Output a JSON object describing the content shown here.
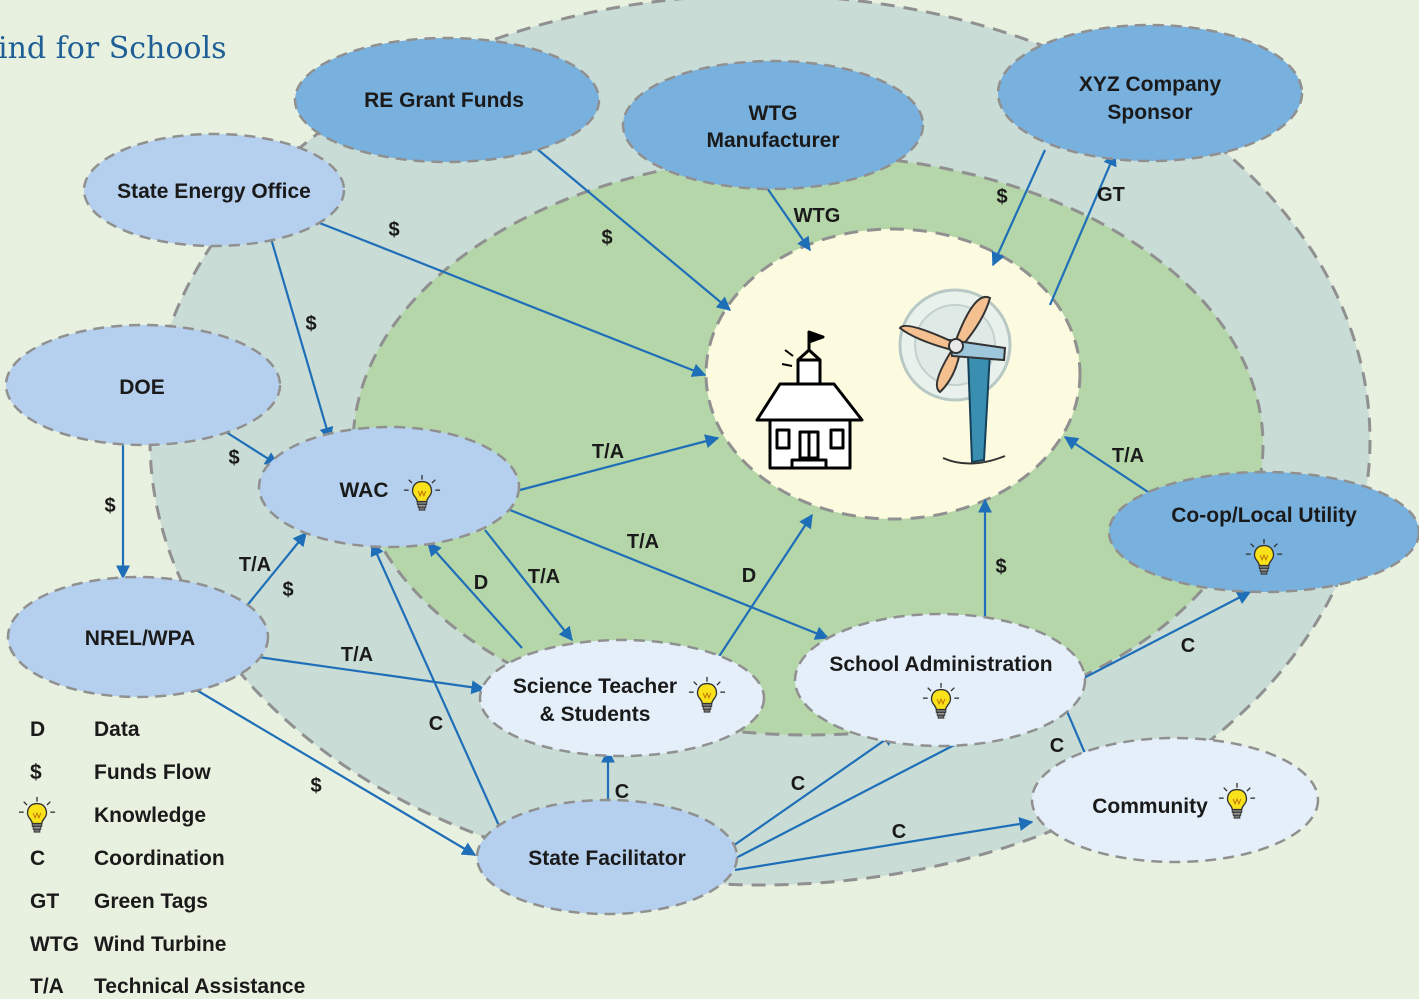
{
  "title": "ind for Schools",
  "nodes": {
    "re_grant_funds": "RE Grant Funds",
    "wtg_manufacturer": [
      "WTG",
      "Manufacturer"
    ],
    "xyz_company_sponsor": [
      "XYZ Company",
      "Sponsor"
    ],
    "state_energy_office": "State Energy Office",
    "doe": "DOE",
    "wac": "WAC",
    "nrel_wpa": "NREL/WPA",
    "science_teacher": [
      "Science Teacher",
      "& Students"
    ],
    "school_administration": "School Administration",
    "co_op_local_utility": "Co-op/Local Utility",
    "community": "Community",
    "state_facilitator": "State Facilitator"
  },
  "edge_labels": {
    "seo_school": "$",
    "seo_wac": "$",
    "re_school": "$",
    "wtg_school": "WTG",
    "xyz_school": "$",
    "school_xyz": "GT",
    "doe_wac": "$",
    "doe_nrel": "$",
    "wac_school": "T/A",
    "wac_admin": "T/A",
    "wac_teacher": "T/A",
    "teacher_wac": "D",
    "teacher_school": "D",
    "nrel_wac_ta": "T/A",
    "nrel_wac_funds": "$",
    "nrel_teacher": "T/A",
    "nrel_facilitator": "$",
    "facilitator_wac": "C",
    "facilitator_teacher": "C",
    "facilitator_admin": "C",
    "facilitator_coop": "C",
    "facilitator_community": "C",
    "admin_school": "$",
    "admin_community": "C",
    "coop_school": "T/A"
  },
  "legend": [
    {
      "key": "D",
      "value": "Data"
    },
    {
      "key": "$",
      "value": "Funds Flow"
    },
    {
      "key": "",
      "icon": "lightbulb-icon",
      "value": "Knowledge"
    },
    {
      "key": "C",
      "value": "Coordination"
    },
    {
      "key": "GT",
      "value": "Green Tags"
    },
    {
      "key": "WTG",
      "value": "Wind Turbine"
    },
    {
      "key": "T/A",
      "value": "Technical Assistance"
    }
  ],
  "colors": {
    "background": "#e8f1df",
    "outer_ring": "#c9dcd6",
    "inner_ring": "#b5d6a9",
    "center": "#fcfbe0",
    "node_dark": "#78b0de",
    "node_mid": "#b5d0ee",
    "node_light": "#e4effa",
    "arrow": "#1f6fb8",
    "title": "#1f5f96"
  }
}
